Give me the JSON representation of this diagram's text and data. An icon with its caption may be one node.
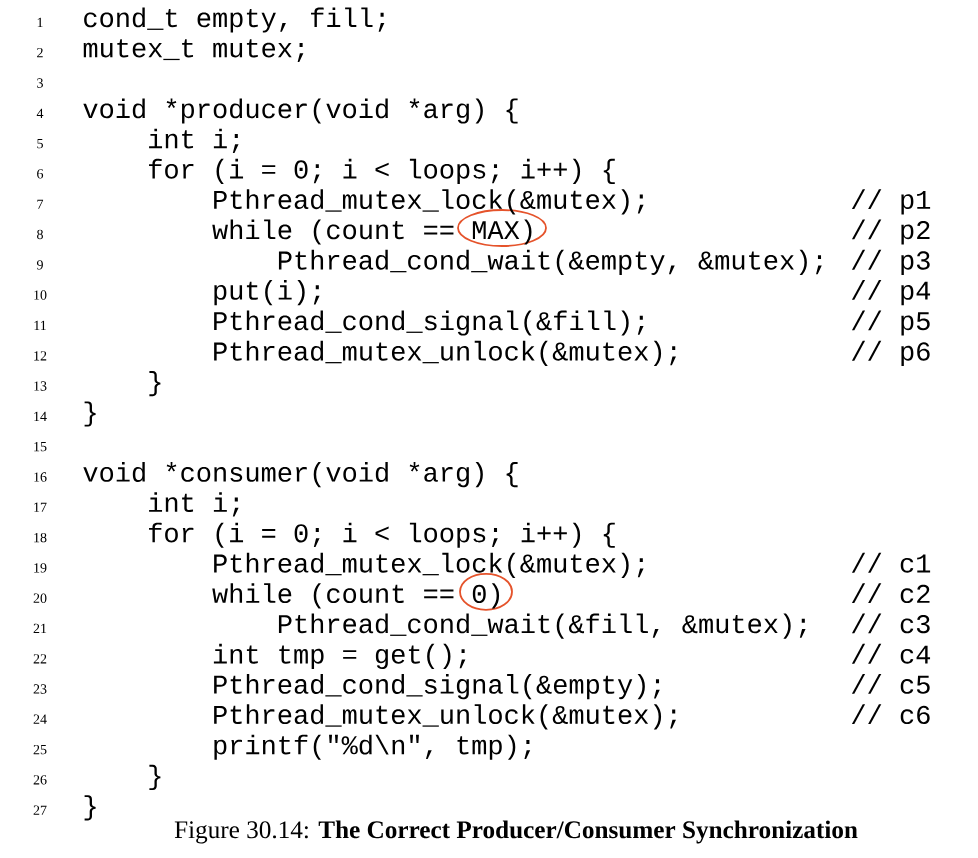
{
  "diagram": {
    "caption": "Figure 30.14: **The Correct Producer/Consumer Synchronization**",
    "labels": [
      "1",
      "cond_t empty, fill;",
      "2",
      "mutex_t mutex;",
      "3",
      "4",
      "void *producer(void *arg) {",
      "5",
      "int i;",
      "6",
      "for (i = 0; i < loops; i++) {",
      "7",
      "Pthread_mutex_lock(&mutex);",
      "// p1",
      "8",
      "while (count == MAX)",
      "// p2",
      "9",
      "Pthread_cond_wait(&empty, &mutex);",
      "// p3",
      "10",
      "put(i);",
      "// p4",
      "11",
      "Pthread_cond_signal(&fill);",
      "// p5",
      "12",
      "Pthread_mutex_unlock(&mutex);",
      "// p6",
      "13",
      "}",
      "14",
      "}",
      "15",
      "16",
      "void *consumer(void *arg) {",
      "17",
      "int i;",
      "18",
      "for (i = 0; i < loops; i++) {",
      "19",
      "Pthread_mutex_lock(&mutex);",
      "// c1",
      "20",
      "while (count == 0)",
      "// c2",
      "21",
      "Pthread_cond_wait(&fill, &mutex);",
      "// c3",
      "22",
      "int tmp = get();",
      "// c4",
      "23",
      "Pthread_cond_signal(&empty);",
      "// c5",
      "24",
      "Pthread_mutex_unlock(&mutex);",
      "// c6",
      "25",
      "printf(\"%d\\n\", tmp);",
      "26",
      "}",
      "27",
      "}"
    ]
  }
}
